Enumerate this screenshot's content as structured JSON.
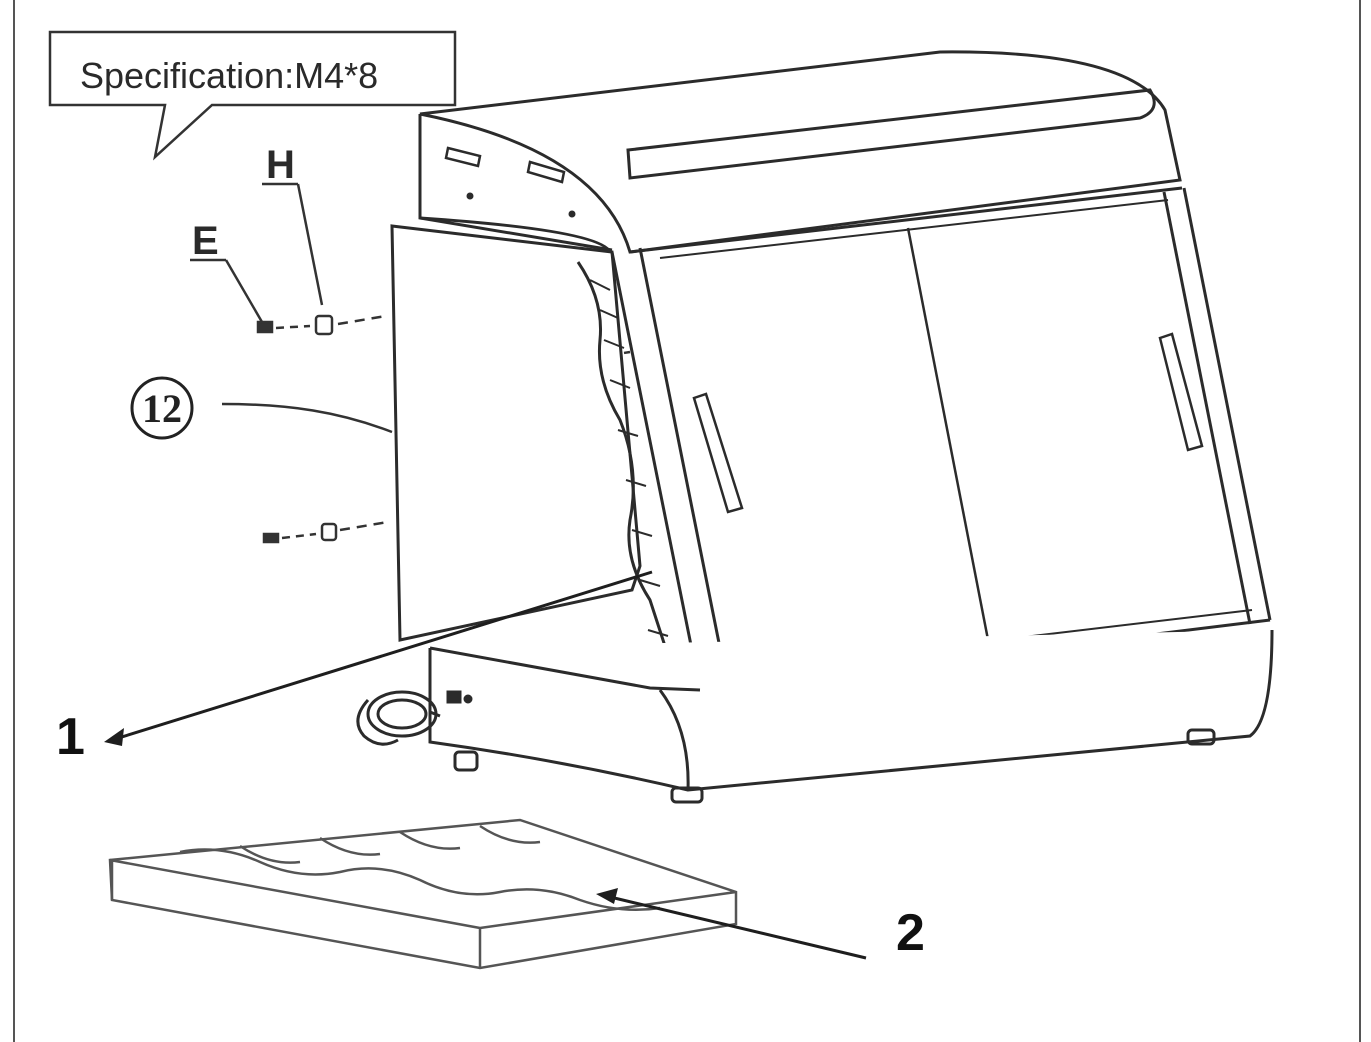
{
  "callout": {
    "text": "Specification:M4*8"
  },
  "labels": {
    "fastener_h": "H",
    "fastener_e": "E",
    "part_12": "12",
    "part_1": "1",
    "part_2": "2"
  },
  "colors": {
    "line": "#2b2b2b",
    "faint": "#8a8a8a",
    "background": "#ffffff"
  }
}
